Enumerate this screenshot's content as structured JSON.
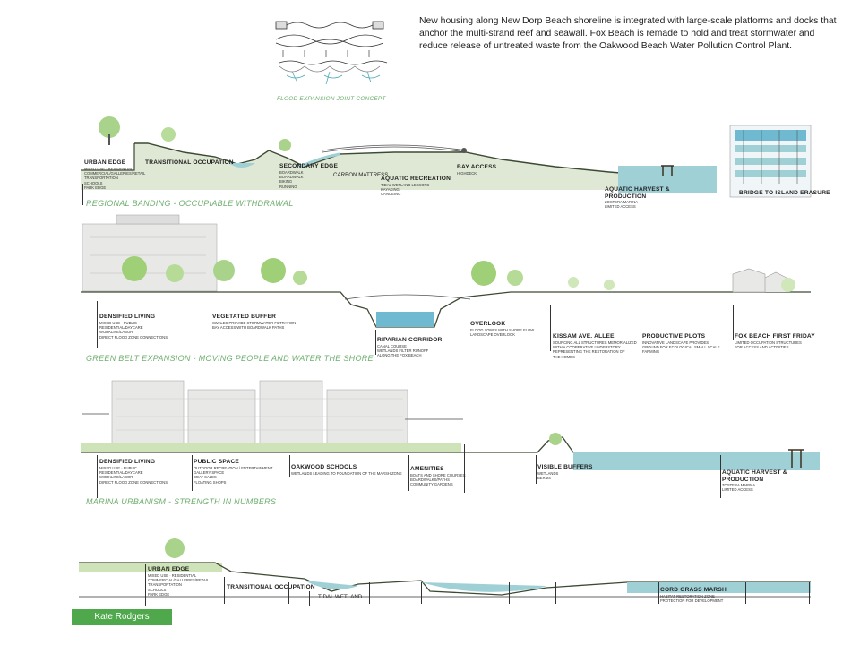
{
  "intro_text": "New housing along New Dorp Beach shoreline is integrated with large-scale platforms and docks that anchor the multi-strand reef and seawall. Fox Beach is remade to hold and treat stormwater and reduce release of untreated waste from the Oakwood Beach Water Pollution Control Plant.",
  "concept_caption": "FLOOD EXPANSION JOINT CONCEPT",
  "colors": {
    "water": "#8cc9cf",
    "grass": "#9bcb6e",
    "ground": "#5c6b4a",
    "title": "#6fae6f",
    "badge": "#4fa84c"
  },
  "sections": [
    {
      "title": "REGIONAL BANDING - OCCUPIABLE WITHDRAWAL",
      "labels": [
        {
          "text": "URBAN EDGE",
          "sub": "MIXED USE · RESIDENTIAL\nCOMMERCIAL/GALLERIES/RETAIL\nTRANSPORTATION\nSCHOOLS\nPARK EDGE"
        },
        {
          "text": "TRANSITIONAL OCCUPATION",
          "sub": ""
        },
        {
          "text": "SECONDARY EDGE",
          "sub": "BOARDWALK\nBOARDWALK\nBIKING\nRUNNING"
        },
        {
          "text": "CARBON MATTRESS",
          "sub": ""
        },
        {
          "text": "AQUATIC RECREATION",
          "sub": "TIDAL WETLAND LESSONS\nKAYAKING\nCANOEING"
        },
        {
          "text": "BAY ACCESS",
          "sub": "HIGHDECK"
        },
        {
          "text": "AQUATIC HARVEST & PRODUCTION",
          "sub": "ZOSTERA MARINA\nLIMITED ACCESS"
        },
        {
          "text": "BRIDGE TO ISLAND ERASURE",
          "sub": ""
        }
      ]
    },
    {
      "title": "GREEN BELT EXPANSION - MOVING PEOPLE AND WATER THE SHORE",
      "labels": [
        {
          "text": "DENSIFIED LIVING",
          "sub": "MIXED USE · PUBLIC\nRESIDENTIAL/DAYCARE\nWORKLIFE/LABOR\nDIRECT FLOOD ZONE CONNECTIONS"
        },
        {
          "text": "VEGETATED BUFFER",
          "sub": "SWALES PROVIDE STORMWATER FILTRATION\nBAY ACCESS WITH BOARDWALK PATHS"
        },
        {
          "text": "RIPARIAN CORRIDOR",
          "sub": "CANAL COURSE\nWETLANDS FILTER RUNOFF\nALONG THE FOX BEACH"
        },
        {
          "text": "OVERLOOK",
          "sub": "FLOOD ZONES WITH SHORE FLOW\nLANDSCAPE OVERLOOK"
        },
        {
          "text": "KISSAM AVE. ALLEE",
          "sub": "SOURCING ALL STRUCTURES MEMORIALIZED\nWITH A COOPERATIVE UNDERSTORY\nREPRESENTING THE RESTORATION OF\nTHE HOMES"
        },
        {
          "text": "PRODUCTIVE PLOTS",
          "sub": "INNOVATIVE LANDSCAPE PROVIDES\nGROUND FOR ECOLOGICAL SMALL SCALE\nFARMING"
        },
        {
          "text": "FOX BEACH FIRST FRIDAY",
          "sub": "LIMITED OCCUPATION STRUCTURES\nFOR ACCESS AND ACTIVITIES"
        }
      ]
    },
    {
      "title": "MARINA URBANISM - STRENGTH IN NUMBERS",
      "labels": [
        {
          "text": "DENSIFIED LIVING",
          "sub": "MIXED USE · PUBLIC\nRESIDENTIAL/DAYCARE\nWORKLIFE/LABOR\nDIRECT FLOOD ZONE CONNECTIONS"
        },
        {
          "text": "PUBLIC SPACE",
          "sub": "OUTDOOR RECREATION / ENTERTAINMENT\nGALLERY SPACE\nBOAT SALES\nFLOATING SHOPS"
        },
        {
          "text": "OAKWOOD SCHOOLS",
          "sub": "WETLANDS LEADING TO FOUNDATION OF THE MARSH ZONE"
        },
        {
          "text": "AMENITIES",
          "sub": "BOATS AND SHORE COURSES\nBOARDWALKS/PATHS\nCOMMUNITY GARDENS"
        },
        {
          "text": "VISIBLE BUFFERS",
          "sub": "WETLANDS\nBERMS"
        },
        {
          "text": "AQUATIC HARVEST & PRODUCTION",
          "sub": "ZOSTERA MARINA\nLIMITED ACCESS"
        }
      ]
    },
    {
      "title": "",
      "labels": [
        {
          "text": "URBAN EDGE",
          "sub": "MIXED USE · RESIDENTIAL\nCOMMERCIAL/GALLERIES/RETAIL\nTRANSPORTATION\nSCHOOLS\nPARK EDGE"
        },
        {
          "text": "TRANSITIONAL OCCUPATION",
          "sub": ""
        },
        {
          "text": "TIDAL WETLAND",
          "sub": ""
        },
        {
          "text": "CORD GRASS MARSH",
          "sub": "HABITAT RESTORATION ZONE\nPROTECTION FOR DEVELOPMENT"
        }
      ]
    }
  ],
  "author": "Kate Rodgers"
}
